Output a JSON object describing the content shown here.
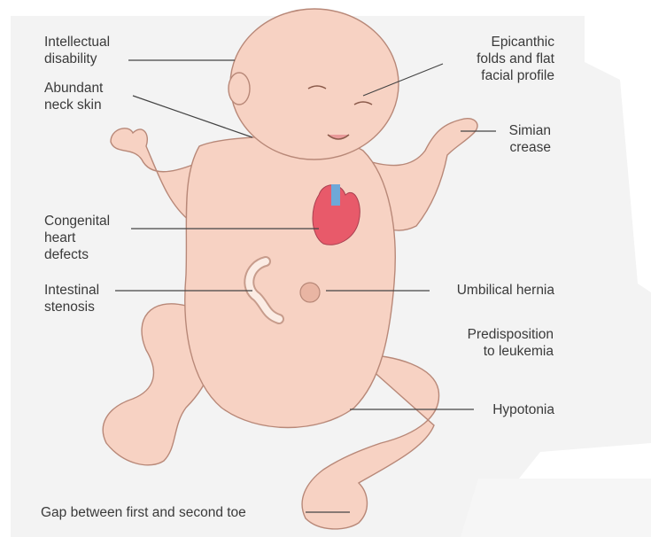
{
  "colors": {
    "skin": "#f7d2c3",
    "skin_shadow": "#e9b5a3",
    "outline": "#b88878",
    "panel": "#f3f3f3",
    "leader": "#444444",
    "text": "#3a3a3a",
    "heart": "#e85a6a",
    "vessel": "#6ea8d8",
    "intestine": "#fbece4"
  },
  "labels": {
    "intellectual": "Intellectual\ndisability",
    "neck": "Abundant\nneck skin",
    "heart": "Congenital\nheart\ndefects",
    "intestinal": "Intestinal\nstenosis",
    "gap_toe": "Gap between first and second toe",
    "epicanthic": "Epicanthic\nfolds and flat\nfacial profile",
    "simian": "Simian\ncrease",
    "umbilical": "Umbilical hernia",
    "leukemia": "Predisposition\nto leukemia",
    "hypotonia": "Hypotonia"
  },
  "icons": [
    "baby-illustration",
    "heart-icon",
    "intestine-icon",
    "navel-icon"
  ]
}
